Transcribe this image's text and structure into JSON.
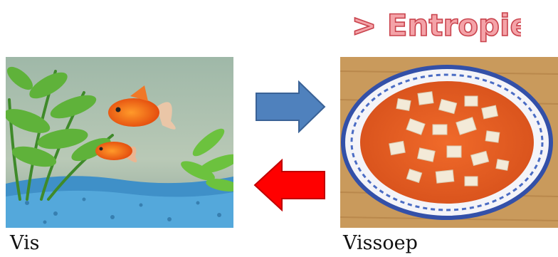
{
  "title": {
    "text": "> Entropie",
    "color": "#e06a72"
  },
  "images": {
    "fish": {
      "caption": "Vis"
    },
    "soup": {
      "caption": "Vissoep"
    }
  },
  "arrows": {
    "forward": {
      "color": "#4f81bd",
      "direction": "right"
    },
    "backward": {
      "color": "#ff0000",
      "direction": "left"
    }
  }
}
